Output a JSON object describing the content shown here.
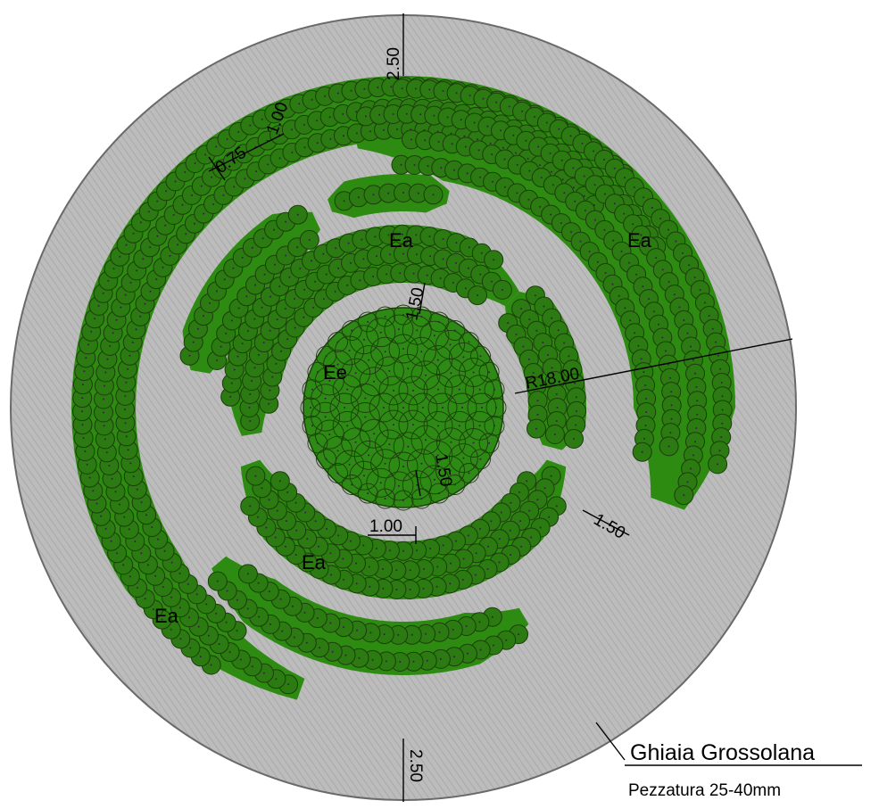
{
  "plan": {
    "center_label": "Ee",
    "band_labels": [
      "Ea",
      "Ea",
      "Ea",
      "Ea"
    ],
    "radius_dim": "R18.00",
    "dims": {
      "top": "2.50",
      "bottom": "2.50",
      "gap_small_a": "0.75",
      "gap_small_b": "1.00",
      "inner": "1.50",
      "center_a": "1.50",
      "center_b": "1.00",
      "right_gap": "1.50"
    },
    "material": {
      "name": "Ghiaia Grossolana",
      "size": "Pezzatura 25-40mm"
    }
  },
  "colors": {
    "gravel": "#bdbdbd",
    "plant": "#2e8b12",
    "plant_edge": "#1c3d0a",
    "outline": "#5a5a5a"
  }
}
